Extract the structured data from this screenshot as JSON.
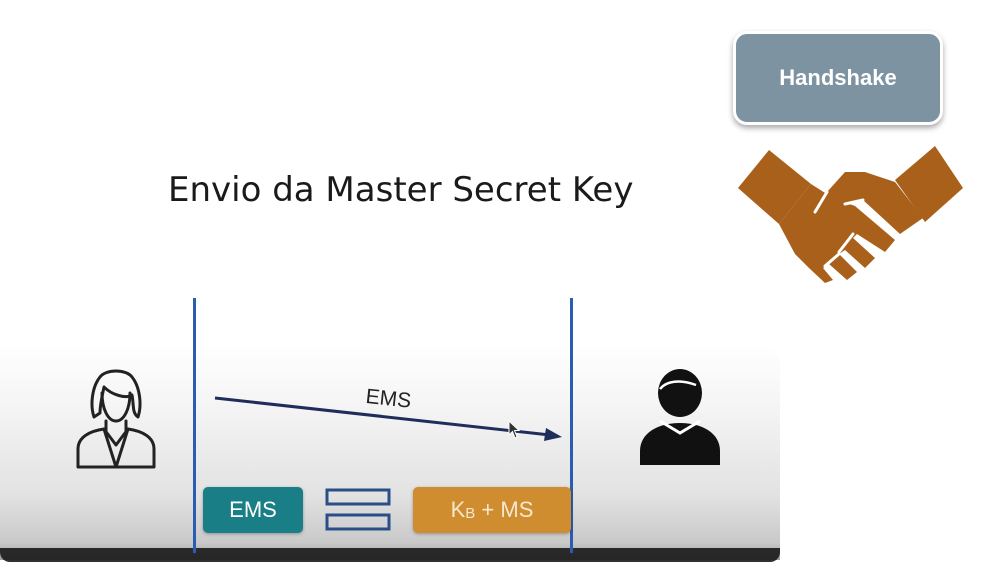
{
  "title": "Envio da Master Secret Key",
  "handshake_label": "Handshake",
  "message": {
    "arrow_label": "EMS"
  },
  "equation": {
    "left": "EMS",
    "right_main": "K",
    "right_sub": "B",
    "right_rest": " + MS"
  },
  "icons": {
    "sender": "woman-user-icon",
    "receiver": "man-user-icon",
    "handshake": "handshake-icon",
    "equals": "equals-icon",
    "cursor": "mouse-cursor-icon"
  },
  "colors": {
    "handshake_box": "#7d93a2",
    "handshake_icon": "#a9601b",
    "lifeline": "#2a5db0",
    "arrow": "#1e2d5c",
    "ems_chip": "#197e86",
    "kb_chip": "#d08d2f",
    "equals": "#2a4e86"
  }
}
